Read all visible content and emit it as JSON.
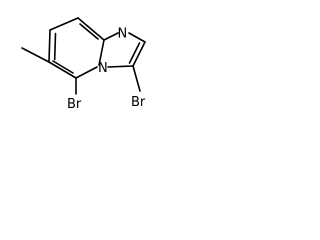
{
  "structure": {
    "atoms": {
      "n_imidazole": "N",
      "n_bridgehead": "N",
      "br_c3": "Br",
      "br_c5": "Br"
    },
    "substituents": [
      "methyl"
    ]
  }
}
